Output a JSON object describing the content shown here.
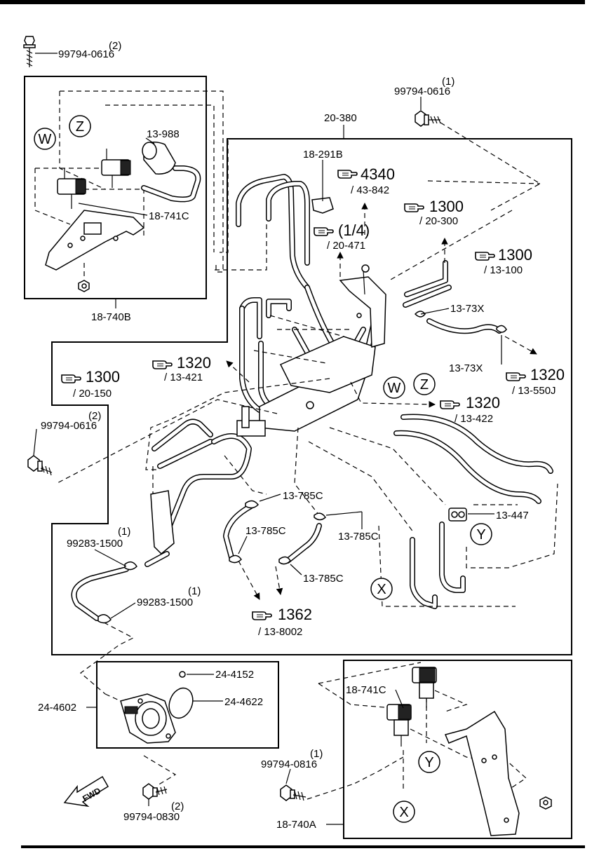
{
  "labels": {
    "bolt_top_left": "99794-0616",
    "bolt_top_left_qty": "(2)",
    "bolt_top_mid": "99794-0616",
    "bolt_top_mid_qty": "(1)",
    "assy_main": "20-380",
    "clip_18_291b": "18-291B",
    "canister_13_988": "13-988",
    "valve_18_741c_top": "18-741C",
    "bracket_18_740b": "18-740B",
    "ref_4340": "4340",
    "ref_4340_sub": "/ 43-842",
    "ref_1300_a": "1300",
    "ref_1300_a_sub": "/ 20-300",
    "ref_1_4": "(1/4)",
    "ref_1_4_sub": "/ 20-471",
    "ref_1300_b": "1300",
    "ref_1300_b_sub": "/ 13-100",
    "clip_13_73x_a": "13-73X",
    "clip_13_73x_b": "13-73X",
    "ref_1320_a": "1320",
    "ref_1320_a_sub": "/ 13-550J",
    "ref_1300_c": "1300",
    "ref_1300_c_sub": "/ 20-150",
    "ref_1320_b": "1320",
    "ref_1320_b_sub": "/ 13-421",
    "ref_1320_c": "1320",
    "ref_1320_c_sub": "/ 13-422",
    "bolt_left_mid": "99794-0616",
    "bolt_left_mid_qty": "(2)",
    "clamp_13_785c_a": "13-785C",
    "clamp_13_785c_b": "13-785C",
    "clamp_13_785c_c": "13-785C",
    "clamp_13_785c_d": "13-785C",
    "clamp_13_447": "13-447",
    "clamp_99283_a": "99283-1500",
    "clamp_99283_a_qty": "(1)",
    "clamp_99283_b": "99283-1500",
    "clamp_99283_b_qty": "(1)",
    "ref_1362": "1362",
    "ref_1362_sub": "/ 13-8002",
    "oring_24_4152": "24-4152",
    "gasket_24_4622": "24-4622",
    "pump_24_4602": "24-4602",
    "valve_18_741c_bottom": "18-741C",
    "bolt_bottom_mid": "99794-0816",
    "bolt_bottom_mid_qty": "(1)",
    "bolt_bottom_left": "99794-0830",
    "bolt_bottom_left_qty": "(2)",
    "bracket_18_740a": "18-740A",
    "fwd": "FWD"
  },
  "callouts": {
    "W": "W",
    "Z": "Z",
    "X": "X",
    "Y": "Y"
  },
  "icons": {
    "reference": "pointing-hand-icon",
    "direction": "fwd-arrow-icon"
  }
}
